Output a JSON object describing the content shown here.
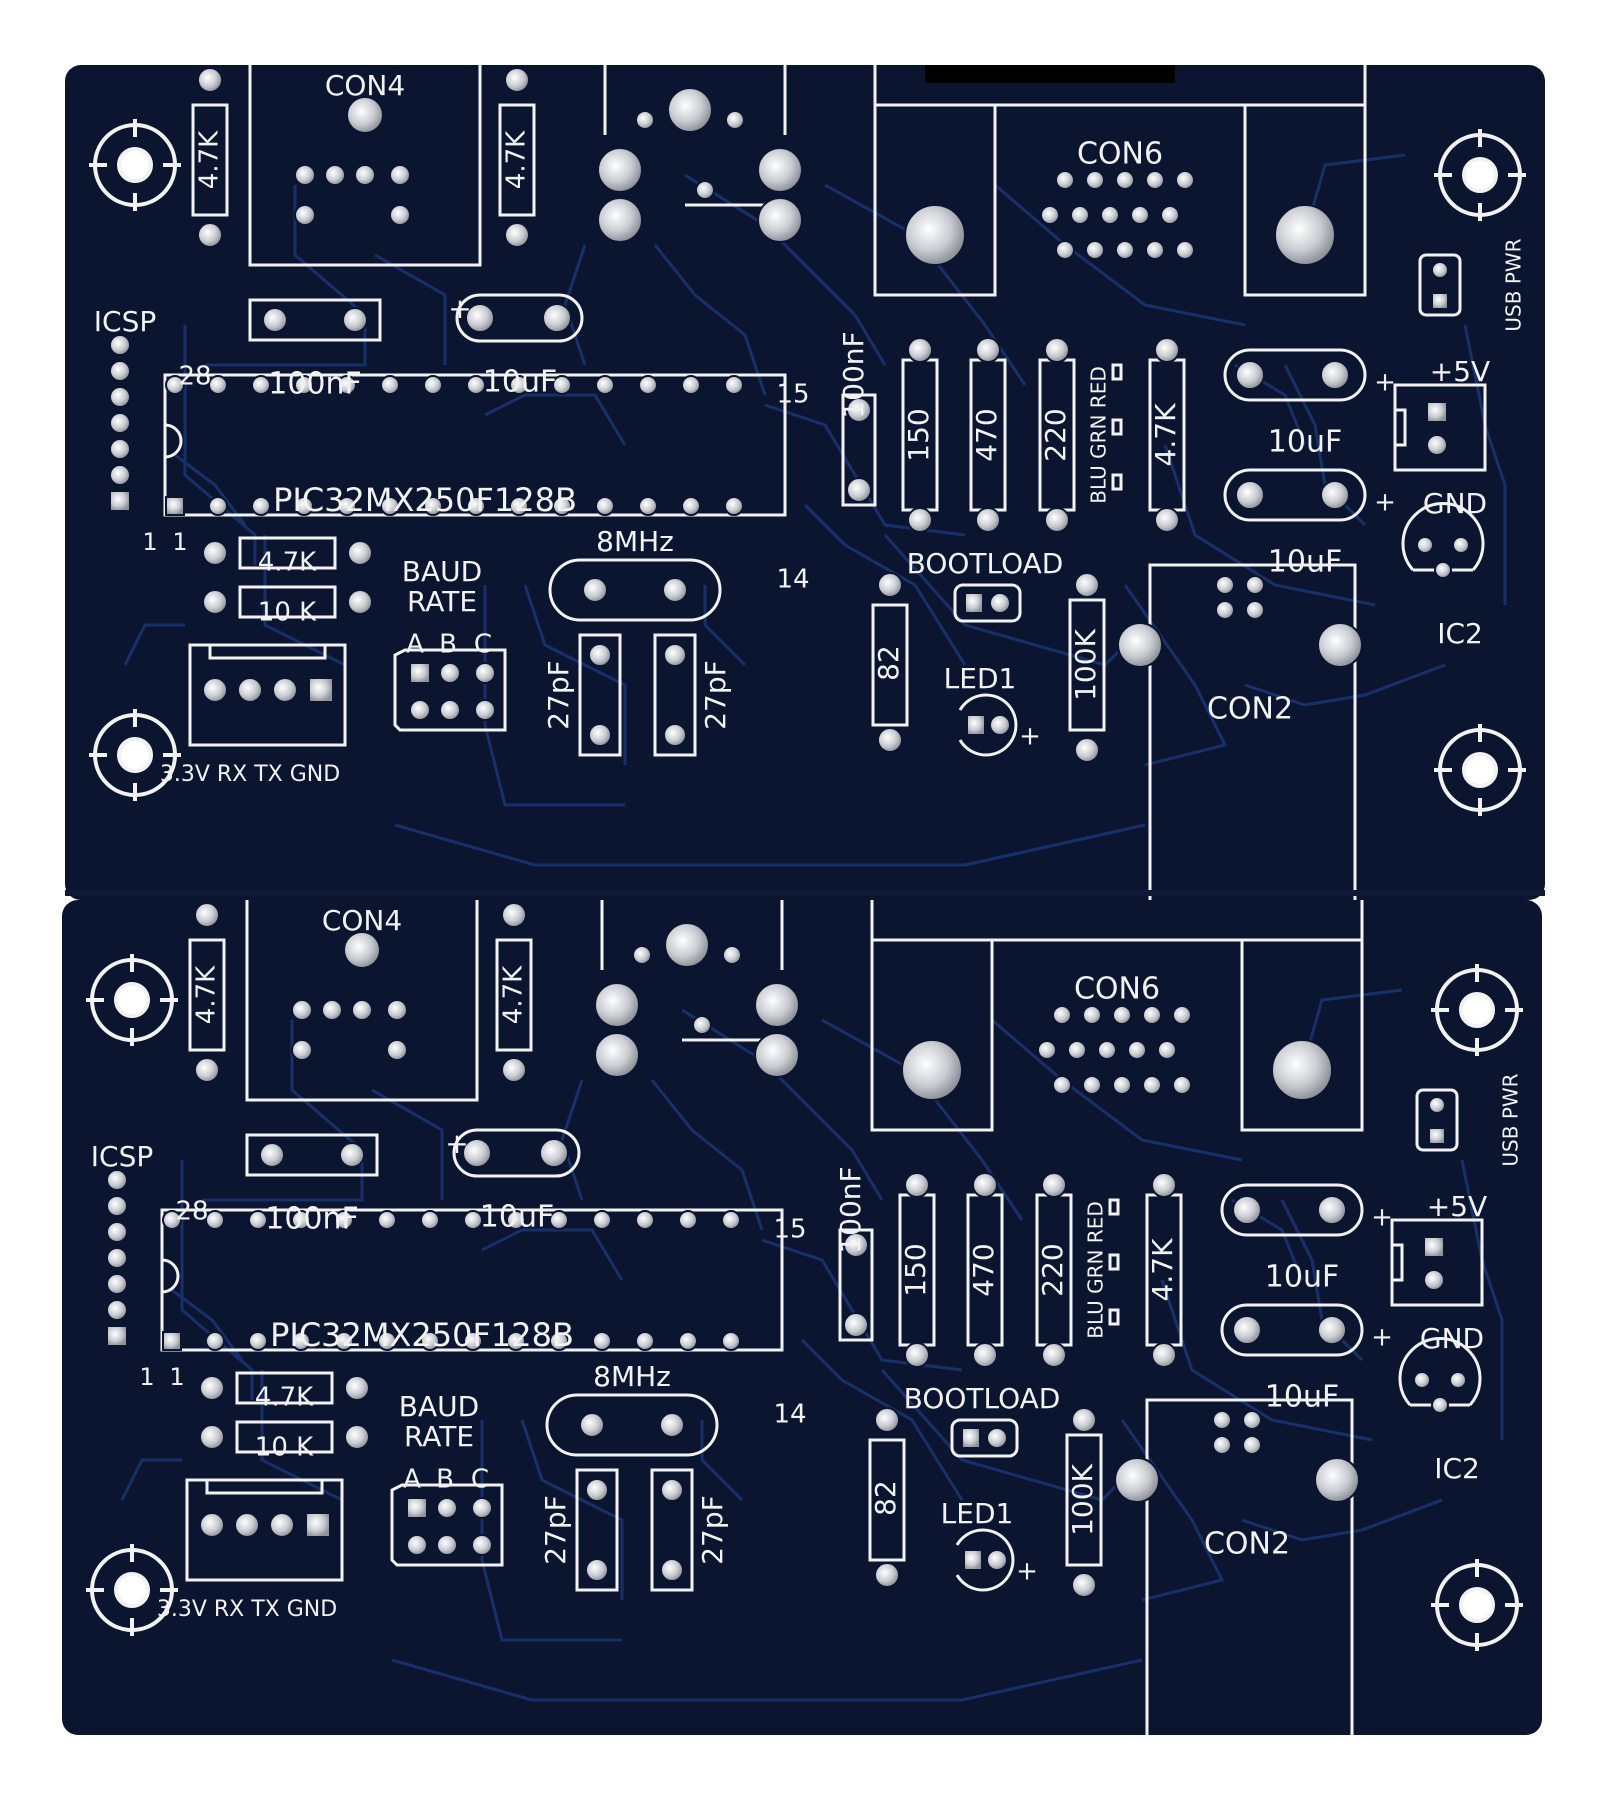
{
  "boards": [
    {
      "id": "top",
      "labels": {
        "con4": "CON4",
        "con6": "CON6",
        "con2": "CON2",
        "icsp": "ICSP",
        "pin28": "28",
        "pin15": "15",
        "pin1_chip": "1",
        "pin14": "14",
        "pin1_header": "1",
        "chip": "PIC32MX250F128B",
        "cap_100nF_a": "100nF",
        "cap_100nF_b": "100nF",
        "cap_10uF_top": "10uF",
        "cap_10uF_r1": "10uF",
        "cap_10uF_r2": "10uF",
        "plus_top": "+",
        "plus_r1": "+",
        "plus_r2": "+",
        "res_4k7_left": "4.7K",
        "res_4k7_right": "4.7K",
        "res_4k7_bottom": "4.7K",
        "res_10k": "10 K",
        "res_150": "150",
        "res_470": "470",
        "res_220": "220",
        "res_4k7_led": "4.7K",
        "res_82": "82",
        "res_100k": "100K",
        "led_colors": "BLU GRN RED",
        "baud_line1": "BAUD",
        "baud_line2": "RATE",
        "baud_a": "A",
        "baud_b": "B",
        "baud_c": "C",
        "crystal": "8MHz",
        "cap_27pF_a": "27pF",
        "cap_27pF_b": "27pF",
        "bootload": "BOOTLOAD",
        "led1": "LED1",
        "led_plus": "+",
        "serial_header": "3.3V RX TX GND",
        "usb_pwr": "USB PWR",
        "v5": "+5V",
        "gnd": "GND",
        "ic2": "IC2"
      }
    },
    {
      "id": "bottom",
      "labels": {
        "con4": "CON4",
        "con6": "CON6",
        "con2": "CON2",
        "icsp": "ICSP",
        "pin28": "28",
        "pin15": "15",
        "pin1_chip": "1",
        "pin14": "14",
        "pin1_header": "1",
        "chip": "PIC32MX250F128B",
        "cap_100nF_a": "100nF",
        "cap_100nF_b": "100nF",
        "cap_10uF_top": "10uF",
        "cap_10uF_r1": "10uF",
        "cap_10uF_r2": "10uF",
        "plus_top": "+",
        "plus_r1": "+",
        "plus_r2": "+",
        "res_4k7_left": "4.7K",
        "res_4k7_right": "4.7K",
        "res_4k7_bottom": "4.7K",
        "res_10k": "10 K",
        "res_150": "150",
        "res_470": "470",
        "res_220": "220",
        "res_4k7_led": "4.7K",
        "res_82": "82",
        "res_100k": "100K",
        "led_colors": "BLU GRN RED",
        "baud_line1": "BAUD",
        "baud_line2": "RATE",
        "baud_a": "A",
        "baud_b": "B",
        "baud_c": "C",
        "crystal": "8MHz",
        "cap_27pF_a": "27pF",
        "cap_27pF_b": "27pF",
        "bootload": "BOOTLOAD",
        "led1": "LED1",
        "led_plus": "+",
        "serial_header": "3.3V RX TX GND",
        "usb_pwr": "USB PWR",
        "v5": "+5V",
        "gnd": "GND",
        "ic2": "IC2"
      }
    }
  ],
  "colors": {
    "board": "#0b1530",
    "trace": "#18306a",
    "silkscreen": "#f2f2f2",
    "pad": "#d4d6da",
    "background": "#ffffff"
  }
}
